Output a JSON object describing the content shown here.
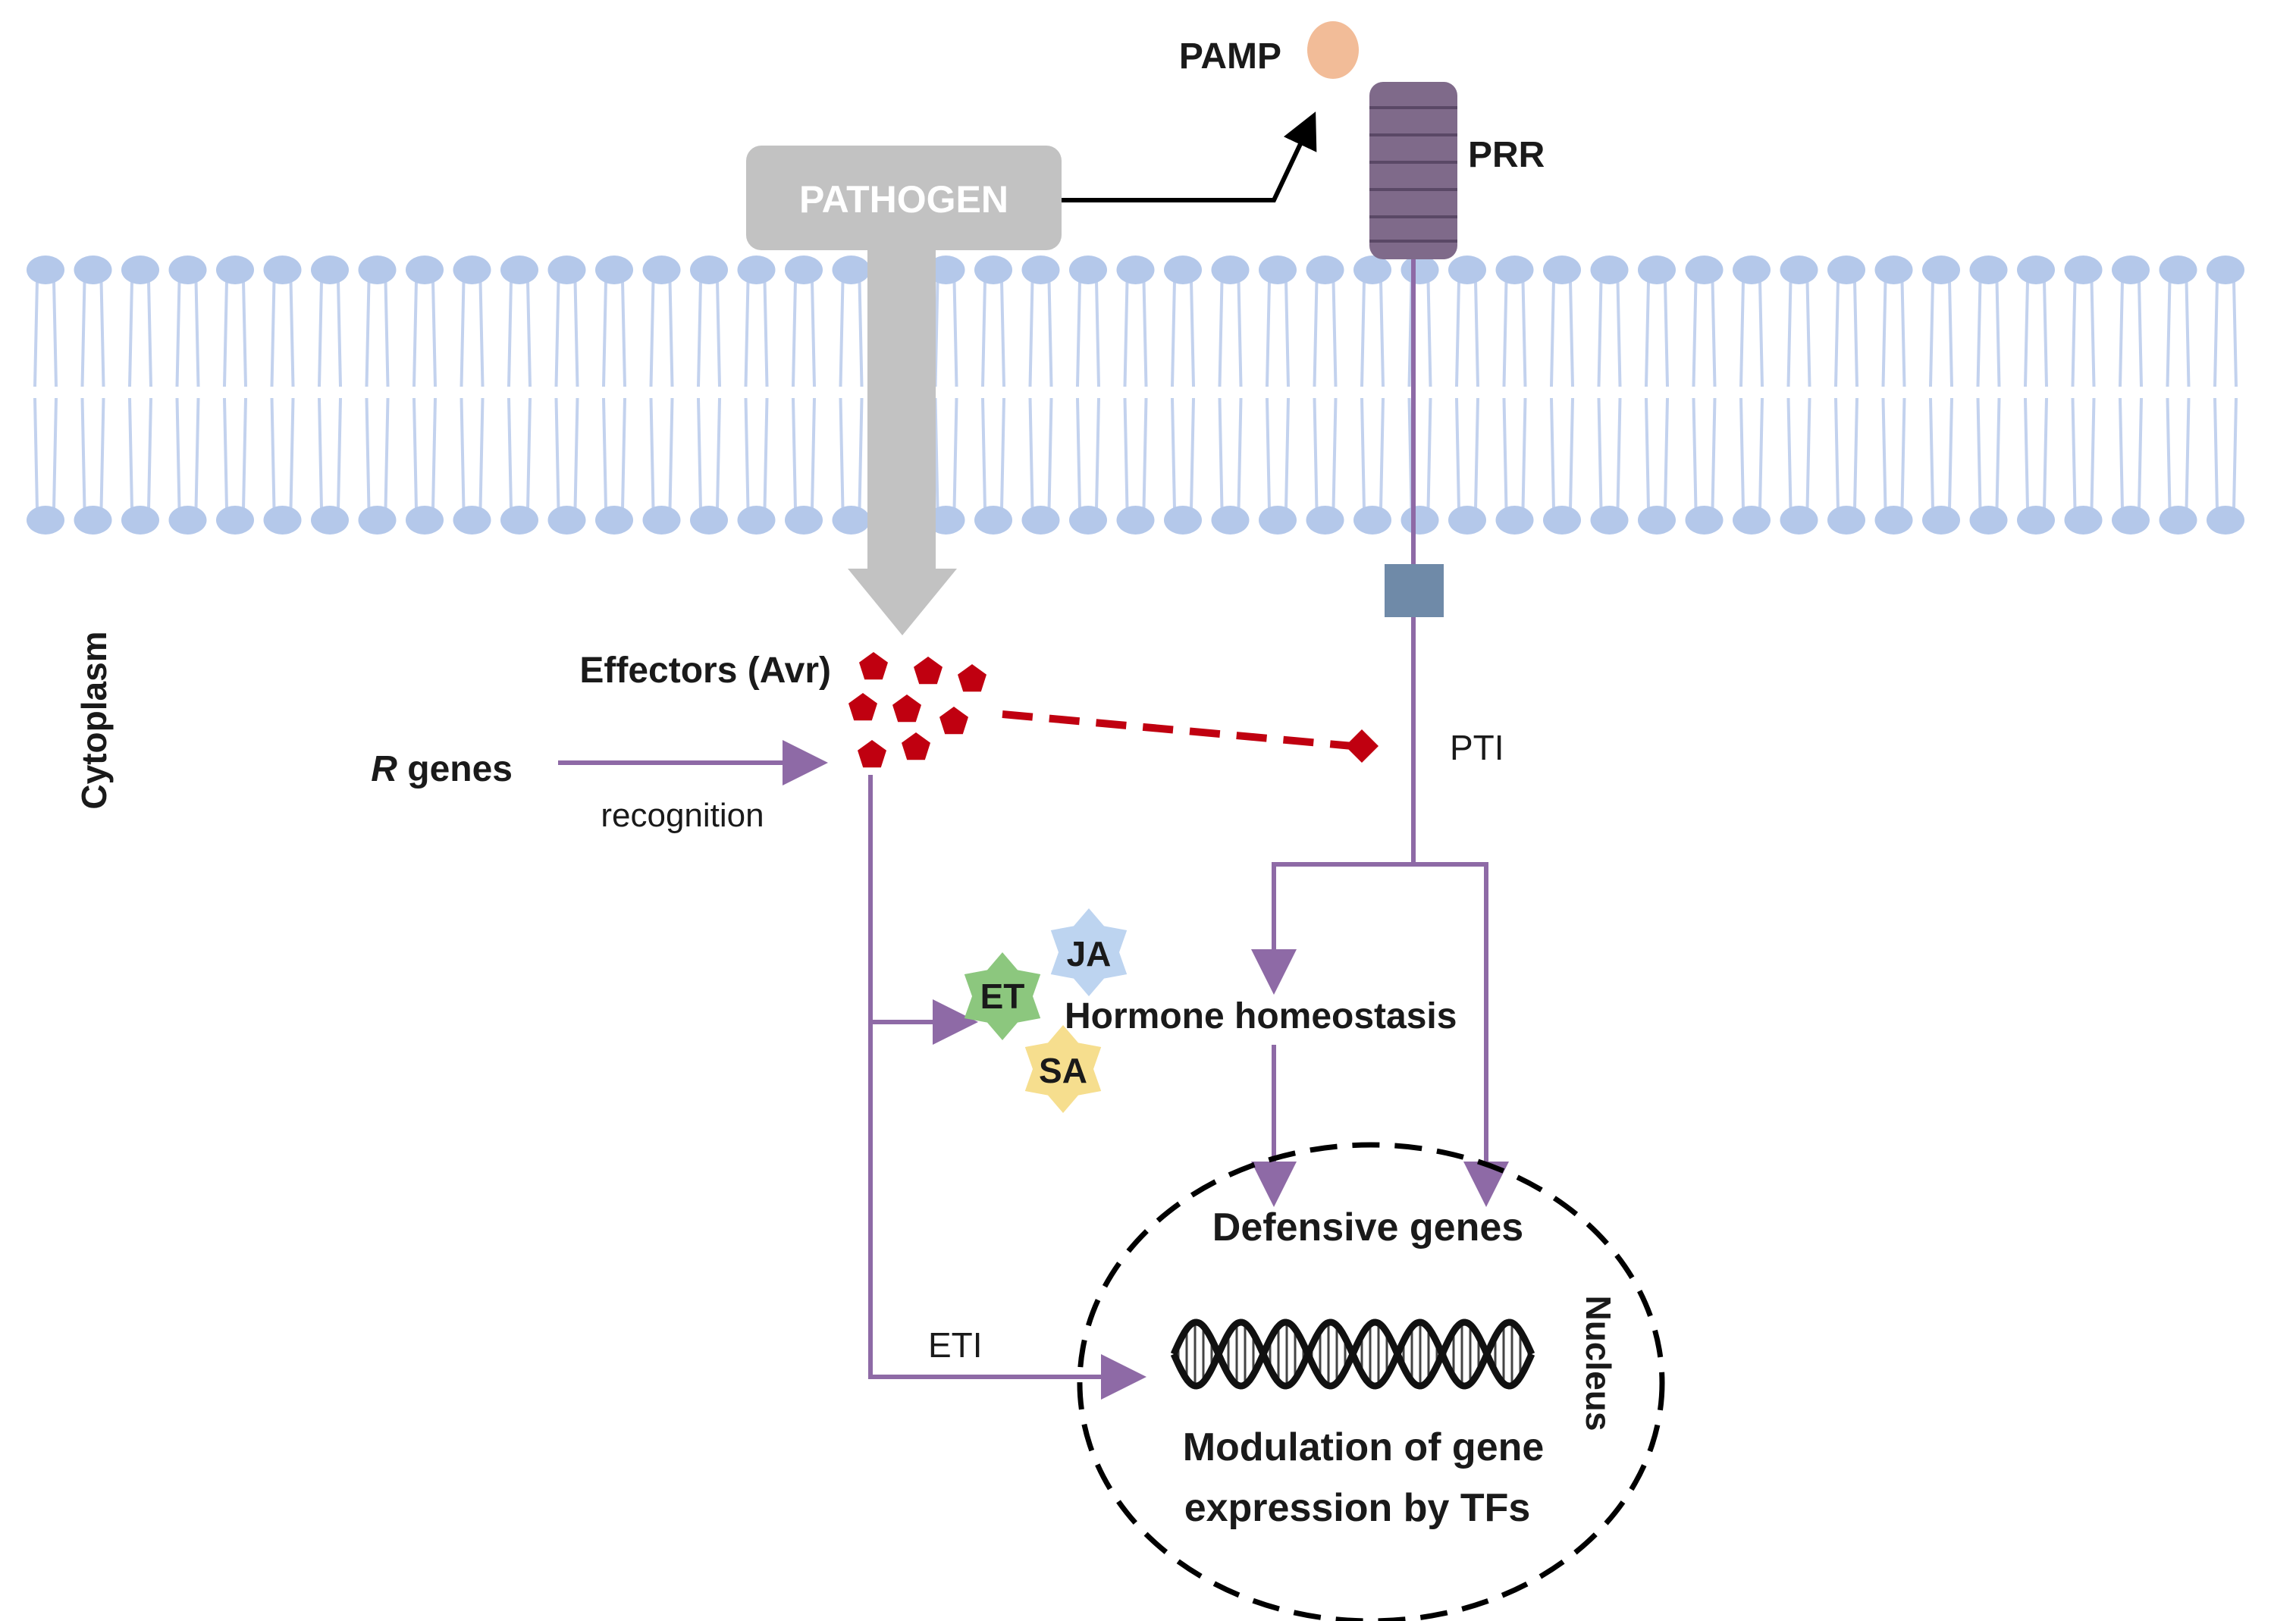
{
  "labels": {
    "pamp": "PAMP",
    "prr": "PRR",
    "pathogen": "PATHOGEN",
    "cytoplasm": "Cytoplasm",
    "effectors": "Effectors (Avr)",
    "r_genes_italic": "R",
    "r_genes_rest": " genes",
    "recognition": "recognition",
    "pti": "PTI",
    "ja": "JA",
    "et": "ET",
    "sa": "SA",
    "hormone_homeostasis": "Hormone homeostasis",
    "defensive_genes": "Defensive genes",
    "eti": "ETI",
    "nucleus": "Nucleus",
    "modulation_line1": "Modulation of gene",
    "modulation_line2": "expression by TFs"
  },
  "colors": {
    "membrane_head": "#b4c8ea",
    "membrane_tail": "#c3d2ee",
    "pathogen_gray": "#c2c2c2",
    "pamp_orange": "#f2bc98",
    "prr_purple": "#7f6a8a",
    "pathway_purple": "#8e6aa6",
    "box_slate": "#6f8aa8",
    "effector_red": "#c00010",
    "ja_blue": "#bdd4f0",
    "et_green": "#8cc77e",
    "sa_yellow": "#f6de8e"
  }
}
